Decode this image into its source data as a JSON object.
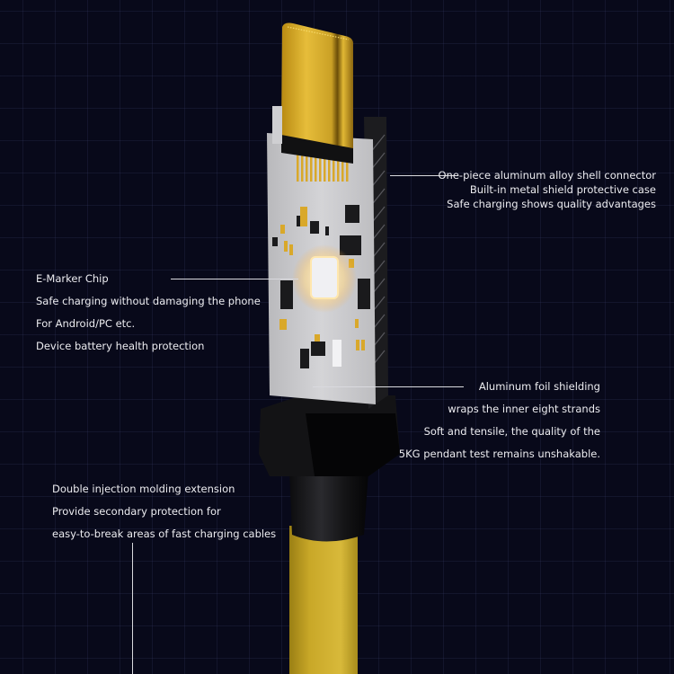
{
  "callouts": {
    "connector_shell": {
      "lines": [
        "One-piece aluminum alloy shell connector",
        "Built-in metal shield protective case",
        "Safe charging shows quality advantages"
      ]
    },
    "e_marker": {
      "lines": [
        "E-Marker Chip",
        "Safe charging without damaging the phone",
        "For Android/PC etc.",
        "Device battery health protection"
      ]
    },
    "foil_shielding": {
      "lines": [
        "Aluminum foil shielding",
        "wraps the inner eight strands",
        "Soft and tensile, the quality of the",
        "5KG pendant test remains unshakable."
      ]
    },
    "molding": {
      "lines": [
        "Double injection molding extension",
        "Provide secondary protection for",
        "easy-to-break areas of fast charging cables"
      ]
    }
  },
  "colors": {
    "background": "#08091a",
    "grid": "#3c416e",
    "connector_gold": "#d9ae2a",
    "cable_yellow": "#c9a92a",
    "pcb": "#c9c9cc",
    "boot_black": "#111114",
    "chip_glow": "#fff3d0"
  }
}
